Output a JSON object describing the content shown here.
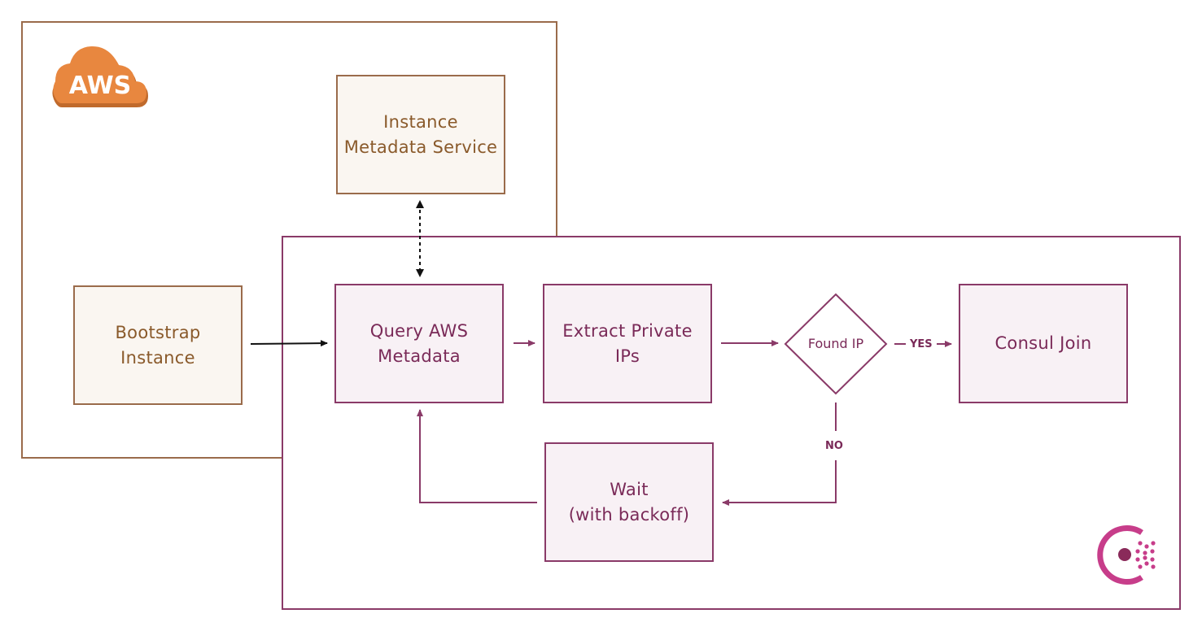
{
  "colors": {
    "aws_stroke": "#9a6b4b",
    "aws_fill": "#faf6f1",
    "aws_text": "#8a5a2b",
    "aws_logo": "#e8873f",
    "consul_stroke": "#8a3a68",
    "consul_fill": "#f8f1f5",
    "consul_text": "#7a2a58",
    "consul_logo": "#c73d8a"
  },
  "aws": {
    "logo_text": "AWS",
    "metadata_service": {
      "line1": "Instance",
      "line2": "Metadata Service"
    },
    "bootstrap": {
      "line1": "Bootstrap",
      "line2": "Instance"
    }
  },
  "flow": {
    "query": {
      "line1": "Query AWS",
      "line2": "Metadata"
    },
    "extract": {
      "line1": "Extract Private",
      "line2": "IPs"
    },
    "decision": "Found IP",
    "yes_label": "YES",
    "no_label": "NO",
    "join": "Consul Join",
    "wait": {
      "line1": "Wait",
      "line2": "(with backoff)"
    }
  },
  "icons": {
    "aws_logo": "cloud-icon",
    "consul_logo": "consul-logo-icon"
  }
}
